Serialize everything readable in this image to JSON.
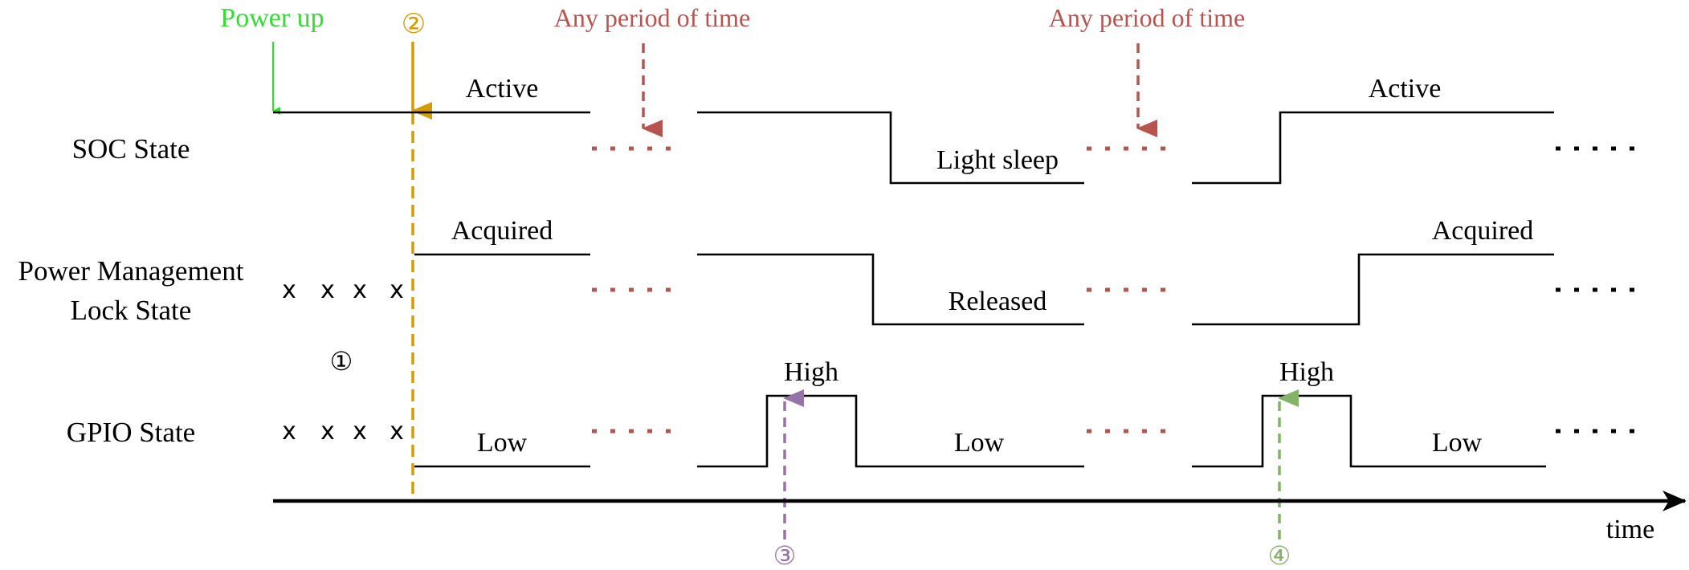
{
  "colors": {
    "power_up": "#33dd33",
    "marker_2": "#d79b00",
    "period": "#b85450",
    "marker_3": "#9673a6",
    "marker_4": "#82b366",
    "line": "#000000"
  },
  "annotations": {
    "power_up": "Power up",
    "marker_2": "②",
    "marker_1": "①",
    "marker_3": "③",
    "marker_4": "④",
    "period_1": "Any period of time",
    "period_2": "Any period of time"
  },
  "rows": {
    "soc": {
      "label": "SOC State",
      "states": [
        "Active",
        "Light sleep",
        "Active"
      ]
    },
    "lock": {
      "label_line1": "Power Management",
      "label_line2": "Lock State",
      "states": [
        "Acquired",
        "Released",
        "Acquired"
      ]
    },
    "gpio": {
      "label": "GPIO State",
      "states": [
        "Low",
        "High",
        "Low",
        "High",
        "Low"
      ]
    }
  },
  "undefined_mark": "x",
  "axis": {
    "label": "time"
  }
}
